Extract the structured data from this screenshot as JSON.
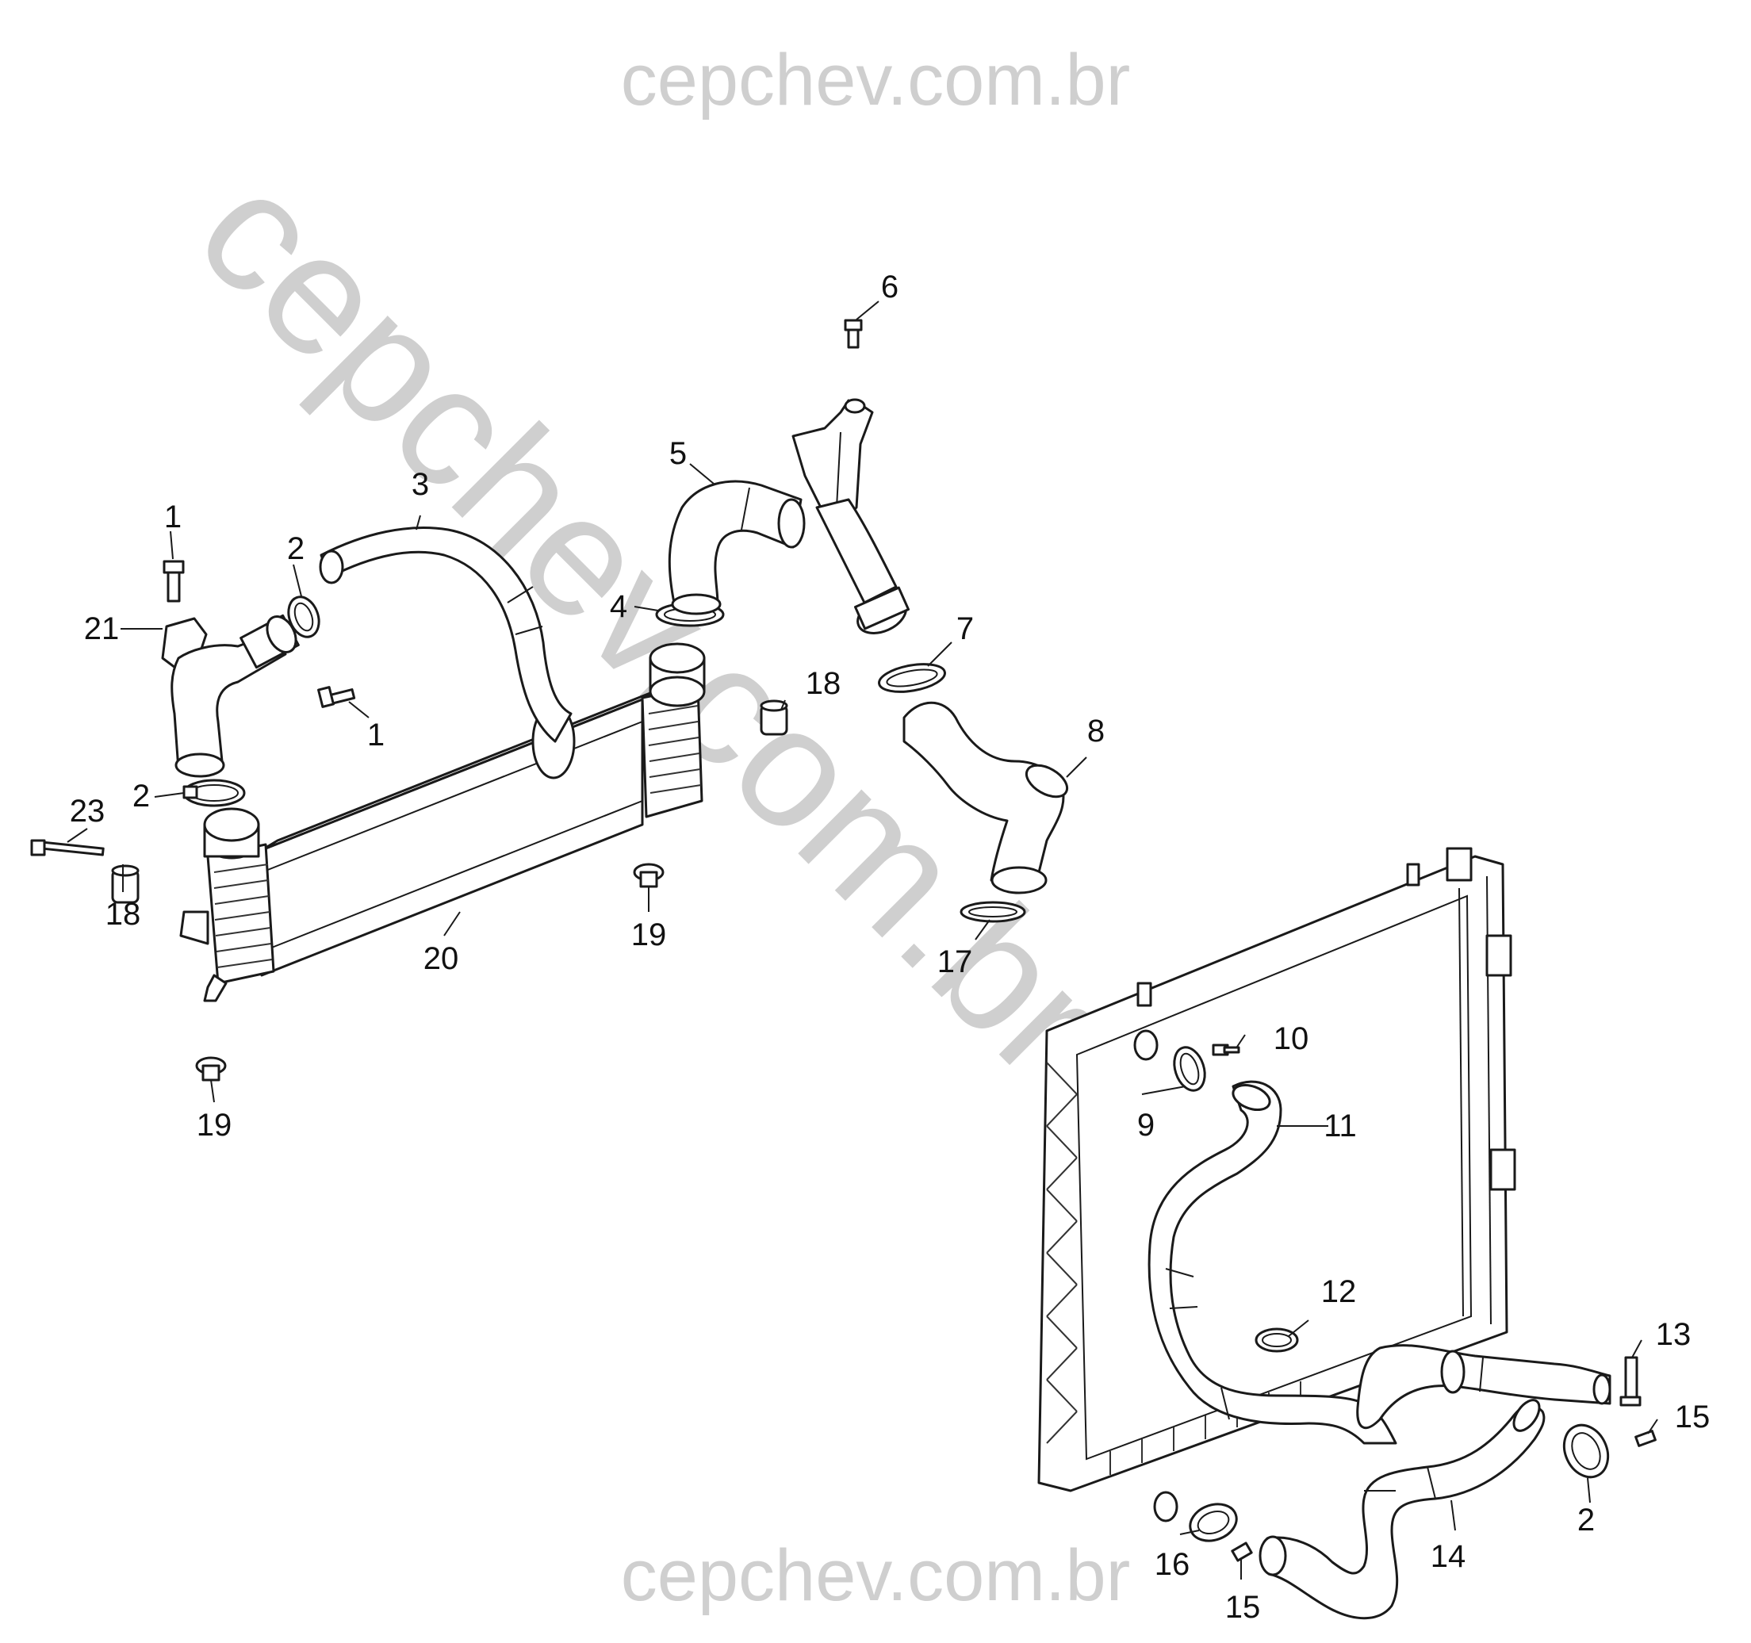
{
  "watermark": {
    "top_text": "cepchev.com.br",
    "diagonal_text": "cepchev.com.br",
    "bottom_text": "cepchev.com.br",
    "color": "#cfcfcf"
  },
  "callouts": {
    "c1a": "1",
    "c1b": "1",
    "c2a": "2",
    "c2b": "2",
    "c2c": "2",
    "c3": "3",
    "c4": "4",
    "c5": "5",
    "c6": "6",
    "c7": "7",
    "c8": "8",
    "c9": "9",
    "c10": "10",
    "c11": "11",
    "c12": "12",
    "c13": "13",
    "c14": "14",
    "c15a": "15",
    "c15b": "15",
    "c16": "16",
    "c17": "17",
    "c18a": "18",
    "c18b": "18",
    "c19a": "19",
    "c19b": "19",
    "c20": "20",
    "c21": "21",
    "c23": "23"
  }
}
